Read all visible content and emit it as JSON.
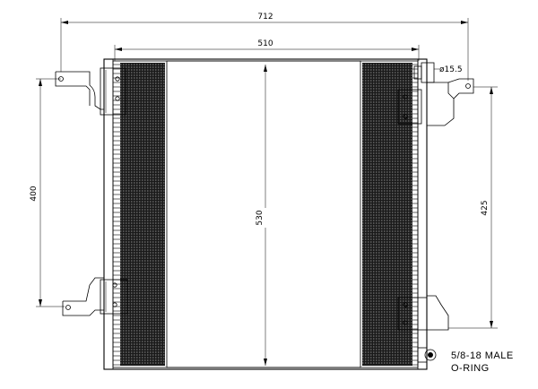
{
  "dimensions": {
    "overall_width": "712",
    "core_width": "510",
    "core_height": "530",
    "left_bracket_spacing": "400",
    "right_bracket_spacing": "425",
    "port_diameter": "ø15.5"
  },
  "connector_note": {
    "line1": "5/8-18 MALE",
    "line2": "O-RING"
  },
  "colors": {
    "ink": "#000000",
    "fin_dark": "#1a1a1a",
    "background": "#ffffff"
  }
}
